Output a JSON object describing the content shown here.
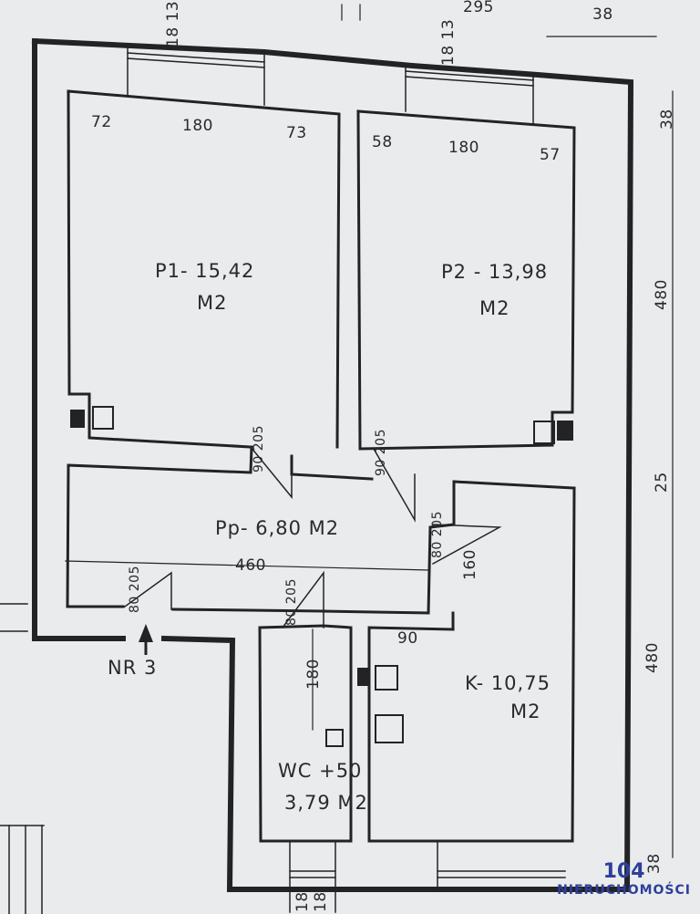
{
  "rooms": {
    "p1": {
      "name": "P1- 15,42",
      "unit": "M2"
    },
    "p2": {
      "name": "P2 - 13,98",
      "unit": "M2"
    },
    "pp": {
      "name": "Pp- 6,80 M2"
    },
    "k": {
      "name": "K- 10,75",
      "unit": "M2"
    },
    "wc": {
      "name": "WC +50",
      "area": "3,79 M2"
    }
  },
  "entrance": {
    "label": "NR 3"
  },
  "dimensions": {
    "top_295": "295",
    "top_38": "38",
    "top_1813_a": "18 13",
    "top_1813_b": "18 13",
    "p1_left": "72",
    "p1_mid": "180",
    "p1_right": "73",
    "p2_left": "58",
    "p2_mid": "180",
    "p2_right": "57",
    "right_38": "38",
    "right_480_a": "480",
    "right_25": "25",
    "right_480_b": "480",
    "right_38_bottom": "38",
    "door_90_205_a": "90 205",
    "door_90_205_b": "90 205",
    "door_80_205_c": "80 205",
    "door_80_205_d": "80 205",
    "door_80_205_e": "80 205",
    "hall_460": "460",
    "kitchen_160": "160",
    "kitchen_90": "90",
    "wc_180": "180",
    "bottom_18_a": "18",
    "bottom_18_b": "18"
  },
  "logo": {
    "number": "104",
    "name": "NIERUCHOMOŚCI"
  },
  "colors": {
    "paper": "#e9ebec",
    "ink": "#232326",
    "logo": "#2e3f9a"
  }
}
